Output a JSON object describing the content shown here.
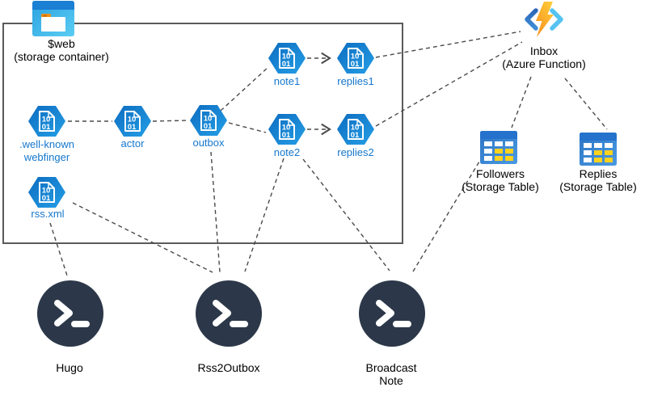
{
  "storage_container": {
    "name": "$web",
    "subtitle": "(storage container)"
  },
  "blobs": [
    {
      "id": "webfinger",
      "label": ".well-known",
      "label2": "webfinger"
    },
    {
      "id": "actor",
      "label": "actor"
    },
    {
      "id": "outbox",
      "label": "outbox"
    },
    {
      "id": "note1",
      "label": "note1"
    },
    {
      "id": "replies1",
      "label": "replies1"
    },
    {
      "id": "note2",
      "label": "note2"
    },
    {
      "id": "replies2",
      "label": "replies2"
    },
    {
      "id": "rss",
      "label": "rss.xml"
    }
  ],
  "function_node": {
    "name": "Inbox",
    "subtitle": "(Azure Function)"
  },
  "storage_tables": [
    {
      "name": "Followers",
      "subtitle": "(Storage Table)"
    },
    {
      "name": "Replies",
      "subtitle": "(Storage Table)"
    }
  ],
  "scripts": [
    {
      "label": "Hugo"
    },
    {
      "label": "Rss2Outbox"
    },
    {
      "label": "Broadcast",
      "label2": "Note"
    }
  ],
  "icons": {
    "blob": "blob-hexagon-icon",
    "container": "storage-container-icon",
    "function": "azure-function-icon",
    "table": "storage-table-icon",
    "terminal": "terminal-icon"
  },
  "colors": {
    "blob_blue": "#1178d2",
    "blob_label_blue": "#1577ce",
    "wire_gray": "#4a4a4a",
    "boundary_gray": "#5a5a5a",
    "terminal_navy": "#2c3849",
    "table_yellow": "#ffd21e",
    "bolt_orange": "#f9a13b",
    "container_cyan": "#53c6f0"
  },
  "connections": [
    {
      "from": ".well-known/webfinger",
      "to": "actor",
      "arrow": false
    },
    {
      "from": "actor",
      "to": "outbox",
      "arrow": false
    },
    {
      "from": "outbox",
      "to": "note1",
      "arrow": false
    },
    {
      "from": "outbox",
      "to": "note2",
      "arrow": false
    },
    {
      "from": "note1",
      "to": "replies1",
      "arrow": true
    },
    {
      "from": "note2",
      "to": "replies2",
      "arrow": true
    },
    {
      "from": "replies1",
      "to": "Inbox",
      "arrow": false
    },
    {
      "from": "replies2",
      "to": "Inbox",
      "arrow": false
    },
    {
      "from": "Inbox",
      "to": "Followers",
      "arrow": false
    },
    {
      "from": "Inbox",
      "to": "Replies",
      "arrow": false
    },
    {
      "from": "rss.xml",
      "to": "Hugo",
      "arrow": false
    },
    {
      "from": "rss.xml",
      "to": "Rss2Outbox",
      "arrow": false
    },
    {
      "from": "outbox",
      "to": "Rss2Outbox",
      "arrow": false
    },
    {
      "from": "note2",
      "to": "Rss2Outbox",
      "arrow": false
    },
    {
      "from": "note2",
      "to": "Broadcast Note",
      "arrow": false
    },
    {
      "from": "Broadcast Note",
      "to": "Followers",
      "arrow": false
    }
  ]
}
